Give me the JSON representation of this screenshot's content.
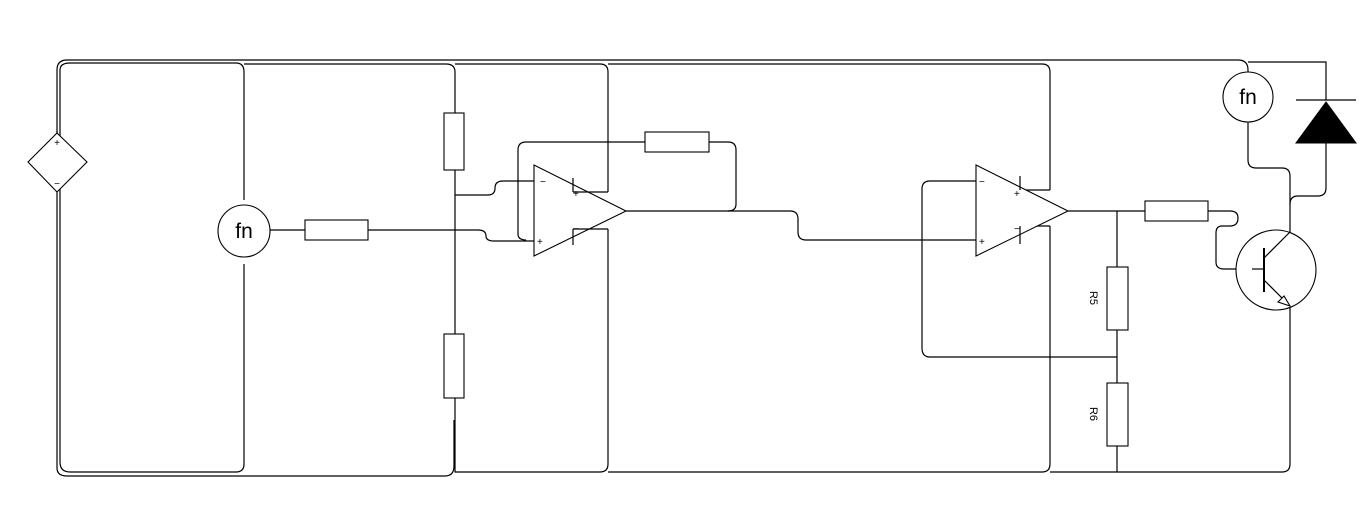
{
  "diagram": {
    "function_blocks": [
      {
        "id": "fn-left",
        "label": "fn"
      },
      {
        "id": "fn-right",
        "label": "fn"
      }
    ],
    "source_sign_top": "+",
    "source_sign_bottom": "−",
    "opamp_left": {
      "inverting": "−",
      "non_inverting": "+",
      "top_supply": "+",
      "bottom_supply": "−"
    },
    "opamp_right": {
      "inverting": "−",
      "non_inverting": "+",
      "top_supply": "+",
      "bottom_supply": "−"
    },
    "resistor_labels": {
      "r5": "R5",
      "r6": "R6"
    },
    "colors": {
      "line": "#000000",
      "diode_fill": "#000000",
      "background": "#ffffff"
    }
  }
}
